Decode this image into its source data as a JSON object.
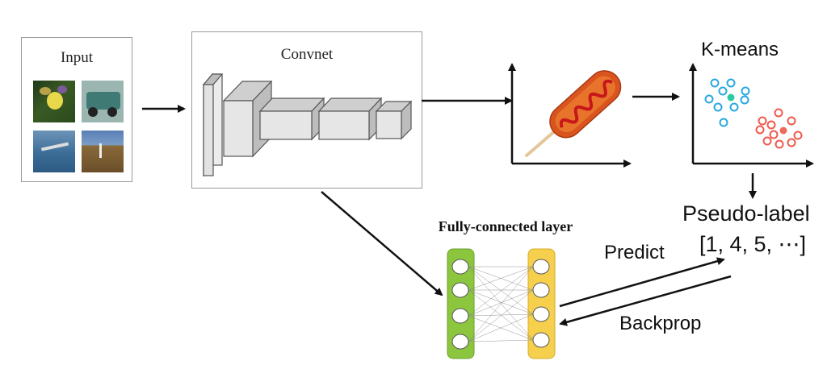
{
  "input": {
    "title": "Input"
  },
  "convnet": {
    "title": "Convnet"
  },
  "kmeans": {
    "title": "K-means"
  },
  "pseudo": {
    "title": "Pseudo-label",
    "values": "[1, 4, 5, ⋯]"
  },
  "fc": {
    "title": "Fully-connected layer"
  },
  "arrows": {
    "predict": "Predict",
    "backprop": "Backprop"
  },
  "colors": {
    "cluster_a": "#29a8e0",
    "cluster_b": "#ef5a4c",
    "fc_left": "#8cc63f",
    "fc_right": "#f6d04d",
    "hotdog": "#d9541e"
  },
  "icons": [
    "input-image-flower",
    "input-image-car",
    "input-image-bird",
    "input-image-field",
    "hotdog-icon"
  ]
}
